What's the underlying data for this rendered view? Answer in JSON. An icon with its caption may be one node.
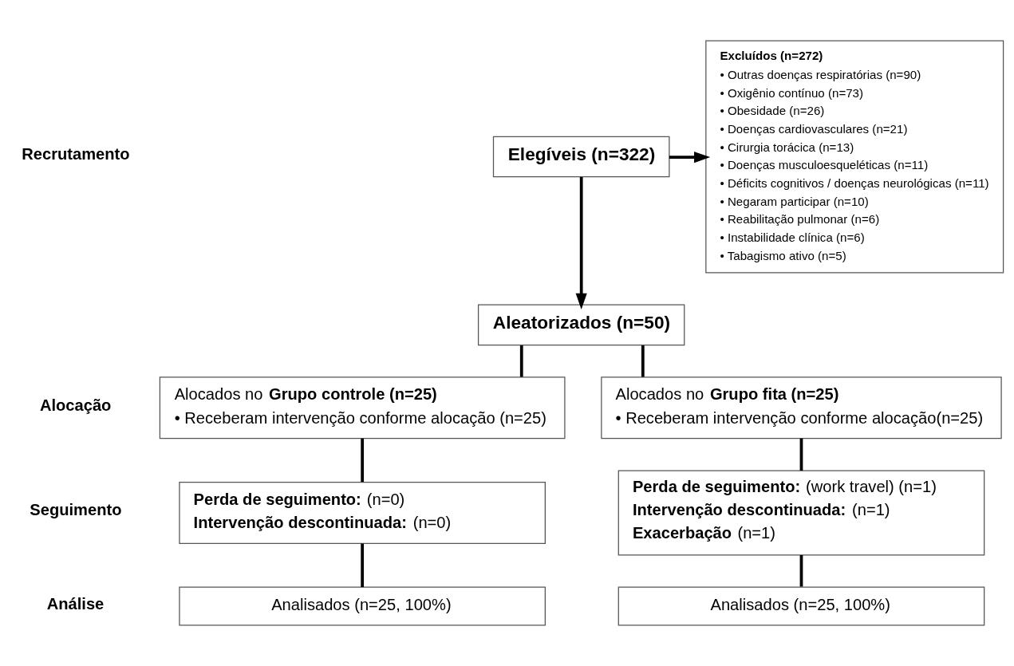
{
  "diagram": {
    "nodes": [
      {
        "text": [
          "Elegíveis (n=322)"
        ]
      },
      {
        "text": [
          "Excluídos (n=272)",
          "• Outras doenças respiratórias (n=90)",
          "• Oxigênio contínuo (n=73)",
          "• Obesidade (n=26)",
          "• Doenças cardiovasculares (n=21)",
          "• Cirurgia torácica (n=13)",
          "• Doenças musculoesqueléticas (n=11)",
          "• Déficits cognitivos / doenças neurológicas (n=11)",
          "• Negaram participar (n=10)",
          "• Reabilitação pulmonar (n=6)",
          "• Instabilidade clínica (n=6)",
          "• Tabagismo ativo (n=5)"
        ]
      },
      {
        "text": [
          "Aleatorizados (n=50)"
        ]
      },
      {
        "text": [
          "Alocados no **Grupo controle (n=25)**",
          "• Receberam intervenção conforme alocação (n=25)"
        ]
      },
      {
        "text": [
          "Alocados no **Grupo fita (n=25)**",
          "• Receberam intervenção conforme alocação(n=25)"
        ]
      },
      {
        "text": [
          "**Perda de seguimento:** (n=0)",
          "**Intervenção descontinuada:** (n=0)"
        ]
      },
      {
        "text": [
          "**Perda de seguimento:** (work travel) (n=1)",
          "**Intervenção descontinuada:** (n=1)",
          "**Exacerbação** (n=1)"
        ]
      },
      {
        "text": [
          "Analisados (n=25, 100%)"
        ]
      },
      {
        "text": [
          "Analisados (n=25, 100%)"
        ]
      }
    ],
    "edges": [
      {
        "from": 0,
        "to": 2,
        "arrow": "to"
      },
      {
        "from": 0,
        "to": 1,
        "arrow": "to"
      },
      {
        "from": 2,
        "to": 3,
        "arrow": "none"
      },
      {
        "from": 2,
        "to": 4,
        "arrow": "none"
      },
      {
        "from": 3,
        "to": 5,
        "arrow": "none"
      },
      {
        "from": 4,
        "to": 6,
        "arrow": "none"
      },
      {
        "from": 5,
        "to": 7,
        "arrow": "none"
      },
      {
        "from": 6,
        "to": 8,
        "arrow": "none"
      }
    ],
    "labels": [
      "Recrutamento",
      "Alocação",
      "Seguimento",
      "Análise"
    ]
  }
}
